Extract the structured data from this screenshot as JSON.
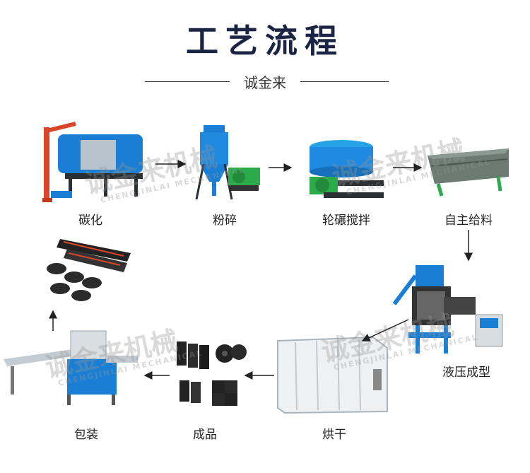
{
  "title": "工艺流程",
  "subtitle": "诚金来",
  "watermark": {
    "cn": "诚金来机械",
    "en": "CHENGJINLAI MECHANICAL"
  },
  "steps": [
    {
      "id": "carbonization",
      "label": "碳化"
    },
    {
      "id": "crushing",
      "label": "粉碎"
    },
    {
      "id": "wheel-mill-mixing",
      "label": "轮碾搅拌"
    },
    {
      "id": "auto-feeding",
      "label": "自主给料"
    },
    {
      "id": "hydraulic-forming",
      "label": "液压成型"
    },
    {
      "id": "drying",
      "label": "烘干"
    },
    {
      "id": "finished-product",
      "label": "成品"
    },
    {
      "id": "packaging",
      "label": "包装"
    }
  ],
  "colors": {
    "title": "#1c2443",
    "machine_blue": "#1a7fd4",
    "arrow": "#222222"
  }
}
